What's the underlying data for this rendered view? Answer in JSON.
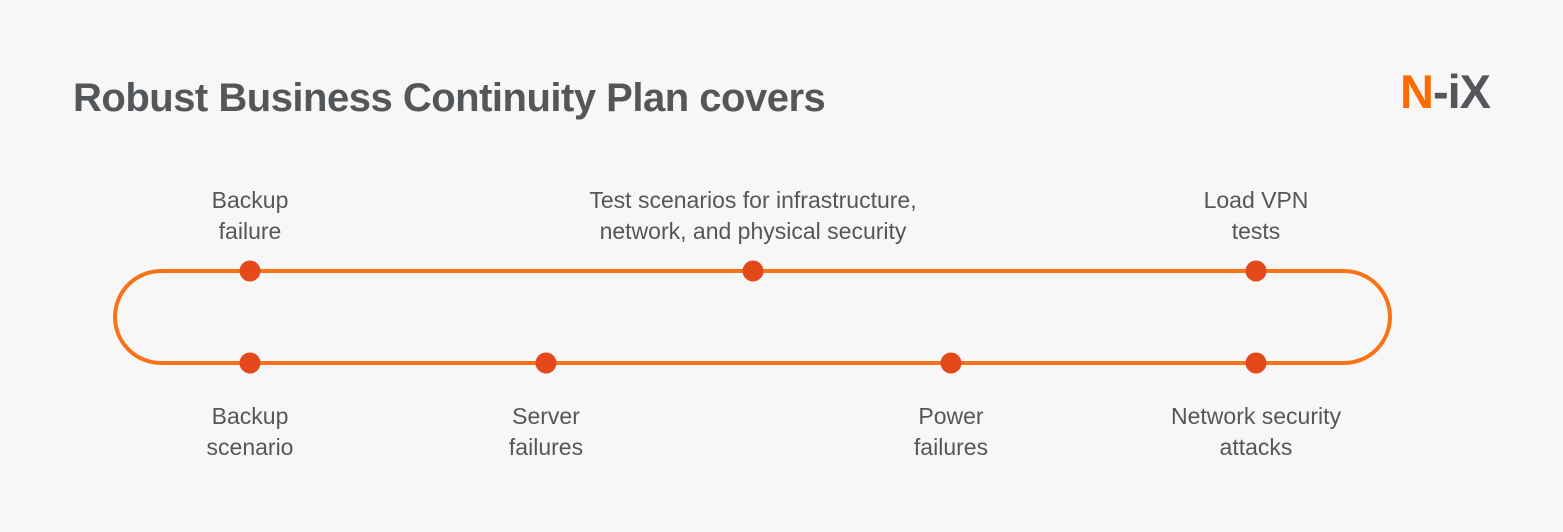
{
  "title": "Robust Business Continuity Plan covers",
  "logo": {
    "orange_part": "N",
    "dark_part": "-iX"
  },
  "diagram": {
    "top_nodes": [
      {
        "label": "Backup\nfailure"
      },
      {
        "label": "Test scenarios for infrastructure,\nnetwork, and physical security"
      },
      {
        "label": "Load VPN\ntests"
      }
    ],
    "bottom_nodes": [
      {
        "label": "Backup\nscenario"
      },
      {
        "label": "Server\nfailures"
      },
      {
        "label": "Power\nfailures"
      },
      {
        "label": "Network security\nattacks"
      }
    ]
  },
  "colors": {
    "background": "#f7f7f7",
    "loop-line": "#f97316",
    "node-dot": "#e3491b",
    "title-text": "#54575a",
    "label-text": "#54575a",
    "logo-orange": "#ff6b00",
    "logo-dark": "#53565a"
  }
}
